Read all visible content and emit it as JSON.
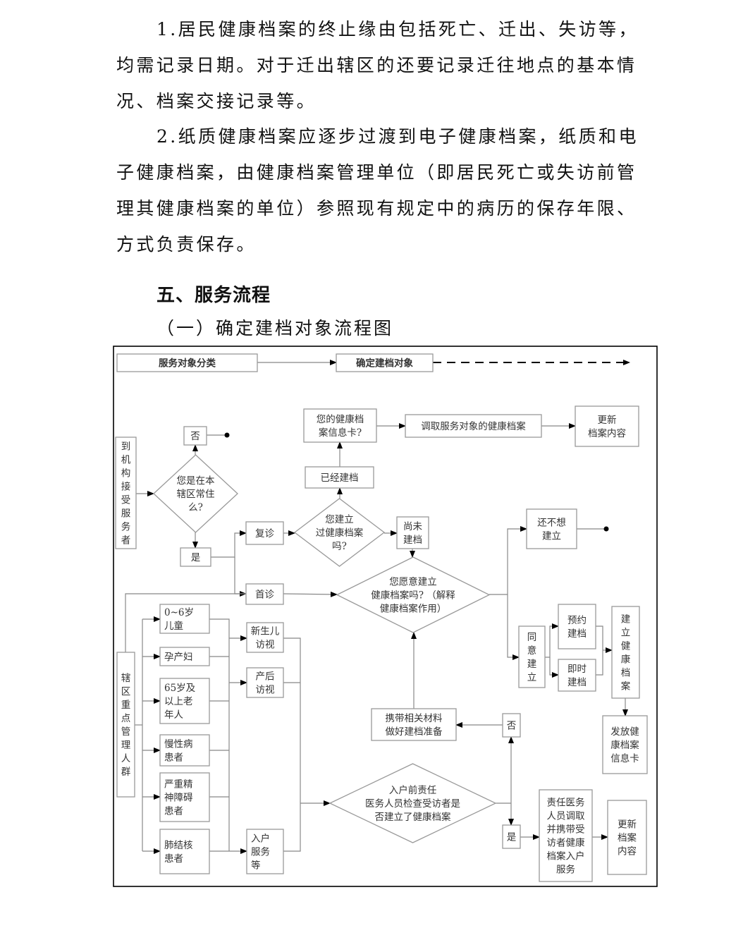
{
  "paragraphs": [
    {
      "lines": [
        "1.居民健康档案的终止缘由包括死亡、迁出、失访等，",
        "均需记录日期。对于迁出辖区的还要记录迁往地点的基本情",
        "况、档案交接记录等。"
      ]
    },
    {
      "lines": [
        "2.纸质健康档案应逐步过渡到电子健康档案，纸质和电",
        "子健康档案，由健康档案管理单位（即居民死亡或失访前管",
        "理其健康档案的单位）参照现有规定中的病历的保存年限、",
        "方式负责保存。"
      ]
    }
  ],
  "section_heading": "五、服务流程",
  "subsection_heading": "（一）确定建档对象流程图",
  "flowchart": {
    "nodes": {
      "classify": [
        "服务对象分类"
      ],
      "determine": [
        "确定建档对象"
      ],
      "walkin": [
        "到",
        "机",
        "构",
        "接",
        "受",
        "服",
        "务",
        "者"
      ],
      "resident_q": [
        "您是在本",
        "辖区常住",
        "么?"
      ],
      "no1": [
        "否"
      ],
      "yes1": [
        "是"
      ],
      "revisit": [
        "复诊"
      ],
      "firstvisit": [
        "首诊"
      ],
      "built_q": [
        "您建立",
        "过健康档案",
        "吗?"
      ],
      "already": [
        "已经建档"
      ],
      "card_q": [
        "您的健康档",
        "案信息卡?"
      ],
      "retrieve": [
        "调取服务对象的健康档案"
      ],
      "update1": [
        "更新",
        "档案内容"
      ],
      "notyet": [
        "尚未",
        "建档"
      ],
      "willing_q": [
        "您愿意建立",
        "健康档案吗? （解释",
        "健康档案作用）"
      ],
      "notwant": [
        "还不想",
        "建立"
      ],
      "agree": [
        "同",
        "意",
        "建",
        "立"
      ],
      "appoint": [
        "预约",
        "建档"
      ],
      "immediate": [
        "即时",
        "建档"
      ],
      "establish": [
        "建",
        "立",
        "健",
        "康",
        "档",
        "案"
      ],
      "issuecard": [
        "发放健",
        "康档案",
        "信息卡"
      ],
      "no2": [
        "否"
      ],
      "prepare": [
        "携带相关材料",
        "做好建档准备"
      ],
      "home_q": [
        "入户前责任",
        "医务人员检查受访者是",
        "否建立了健康档案"
      ],
      "yes2": [
        "是"
      ],
      "homeservice": [
        "责任医务",
        "人员调取",
        "并携带受",
        "访者健康",
        "档案入户",
        "服务"
      ],
      "update2": [
        "更新",
        "档案",
        "内容"
      ],
      "keygroup": [
        "辖",
        "区",
        "重",
        "点",
        "管",
        "理",
        "人",
        "群"
      ],
      "child": [
        "0~6岁",
        "儿童"
      ],
      "pregnant": [
        "孕产妇"
      ],
      "elderly": [
        "65岁及",
        "以上老",
        "年人"
      ],
      "chronic": [
        "慢性病",
        "患者"
      ],
      "mental": [
        "严重精",
        "神障碍",
        "患者"
      ],
      "tb": [
        "肺结核",
        "患者"
      ],
      "newborn": [
        "新生儿",
        "访视"
      ],
      "postpartum": [
        "产后",
        "访视"
      ],
      "homevisit": [
        "入户",
        "服务",
        "等"
      ]
    }
  }
}
